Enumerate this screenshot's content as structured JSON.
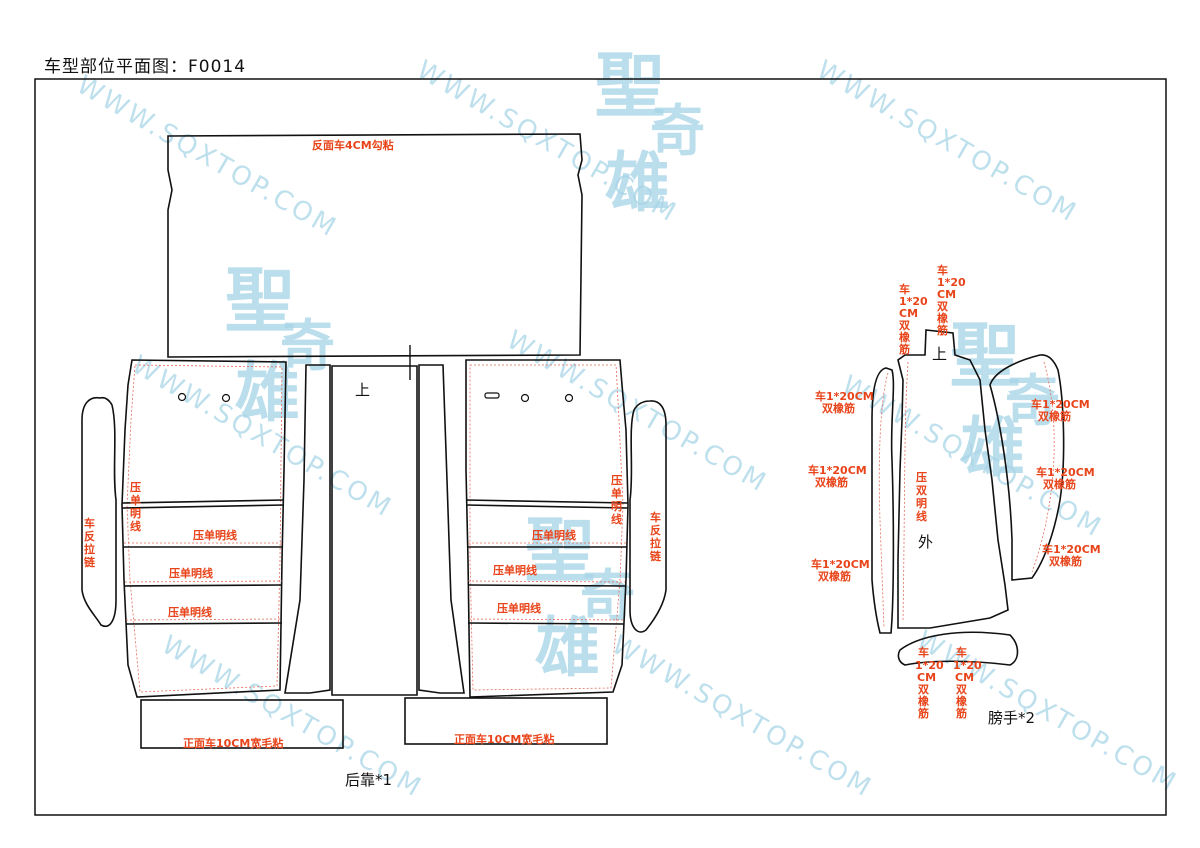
{
  "title": "车型部位平面图：F0014",
  "watermark": {
    "text": "WWW.SQXTOP.COM",
    "cn": [
      "聖",
      "奇",
      "雄"
    ]
  },
  "backrest": {
    "caption": "后靠*1",
    "top_panel": "反面车4CM勾粘",
    "bottom_left": "正面车10CM宽毛粘",
    "bottom_right": "正面车10CM宽毛粘",
    "up_mark": "上",
    "left_vertical": [
      "压",
      "单",
      "明",
      "线"
    ],
    "right_vertical": [
      "压",
      "单",
      "明",
      "线"
    ],
    "stitch_rows": [
      "压单明线",
      "压单明线",
      "压单明线"
    ],
    "side_left": [
      "车",
      "反",
      "拉",
      "链"
    ],
    "side_right": [
      "车",
      "反",
      "拉",
      "链"
    ]
  },
  "armrest": {
    "caption": "膀手*2",
    "up_mark": "上",
    "out_mark": "外",
    "top_notes": [
      [
        "车",
        "1*20",
        "CM",
        "双",
        "橡",
        "筋"
      ],
      [
        "车",
        "1*20",
        "CM",
        "双",
        "橡",
        "筋"
      ]
    ],
    "left_notes": [
      "车1*20CM",
      "双橡筋"
    ],
    "right_notes": [
      "车1*20CM",
      "双橡筋"
    ],
    "center_vertical": [
      "压",
      "双",
      "明",
      "线"
    ],
    "bottom_notes": [
      [
        "车",
        "1*20",
        "CM",
        "双",
        "橡",
        "筋"
      ],
      [
        "车",
        "1*20",
        "CM",
        "双",
        "橡",
        "筋"
      ]
    ]
  }
}
